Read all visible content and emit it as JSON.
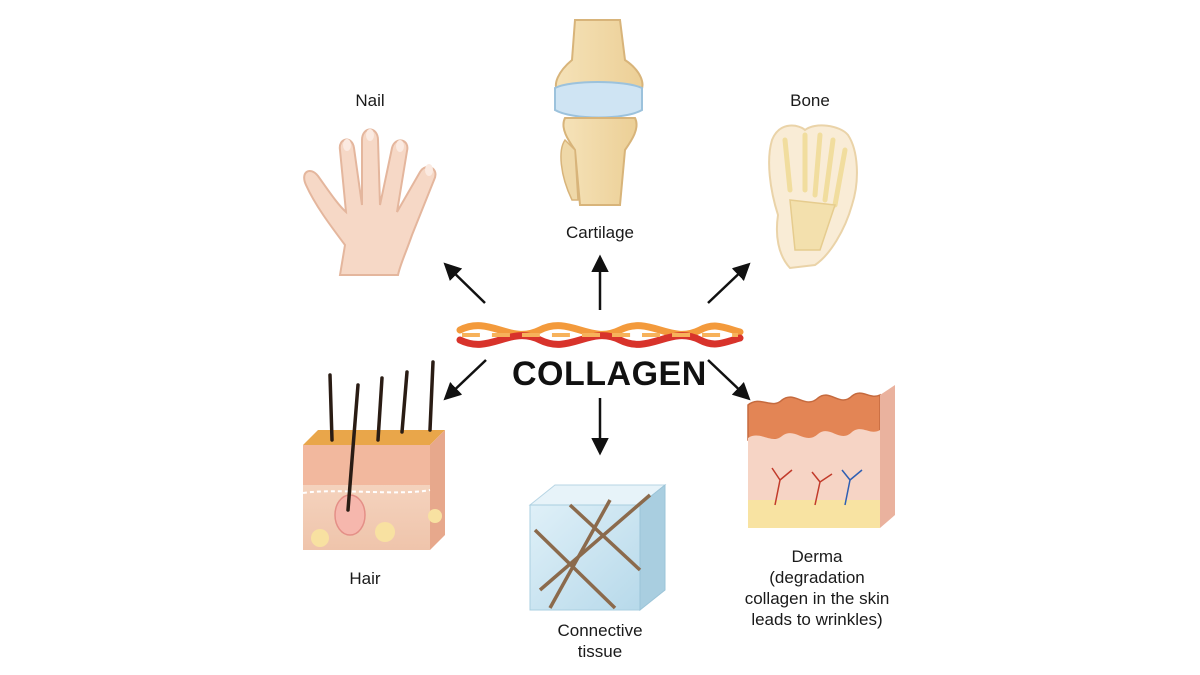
{
  "center": {
    "title": "COLLAGEN"
  },
  "labels": {
    "nail": "Nail",
    "cartilage": "Cartilage",
    "bone": "Bone",
    "hair": "Hair",
    "connective_line1": "Connective",
    "connective_line2": "tissue",
    "derma_line1": "Derma",
    "derma_line2": "(degradation",
    "derma_line3": "collagen in the skin",
    "derma_line4": "leads to wrinkles)"
  },
  "colors": {
    "fiber_red": "#d8332b",
    "fiber_orange": "#f39a3c",
    "skin": "#f6d2bd",
    "bone": "#f6e7b8",
    "cartilage": "#cfe4f3",
    "tissue": "#c9e3f0",
    "arrow": "#111111"
  },
  "icons": [
    "hand-icon",
    "knee-joint-icon",
    "foot-bone-icon",
    "hair-skin-block-icon",
    "connective-tissue-cube-icon",
    "derma-skin-block-icon",
    "collagen-fiber-icon"
  ]
}
